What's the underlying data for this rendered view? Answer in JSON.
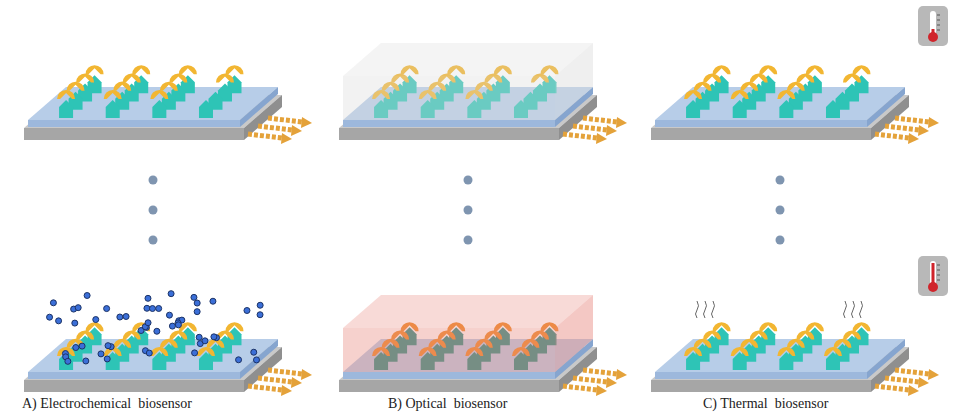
{
  "diagram": {
    "labels": [
      "A) Electrochemical  biosensor",
      "B) Optical  biosensor",
      "C) Thermal  biosensor"
    ]
  }
}
